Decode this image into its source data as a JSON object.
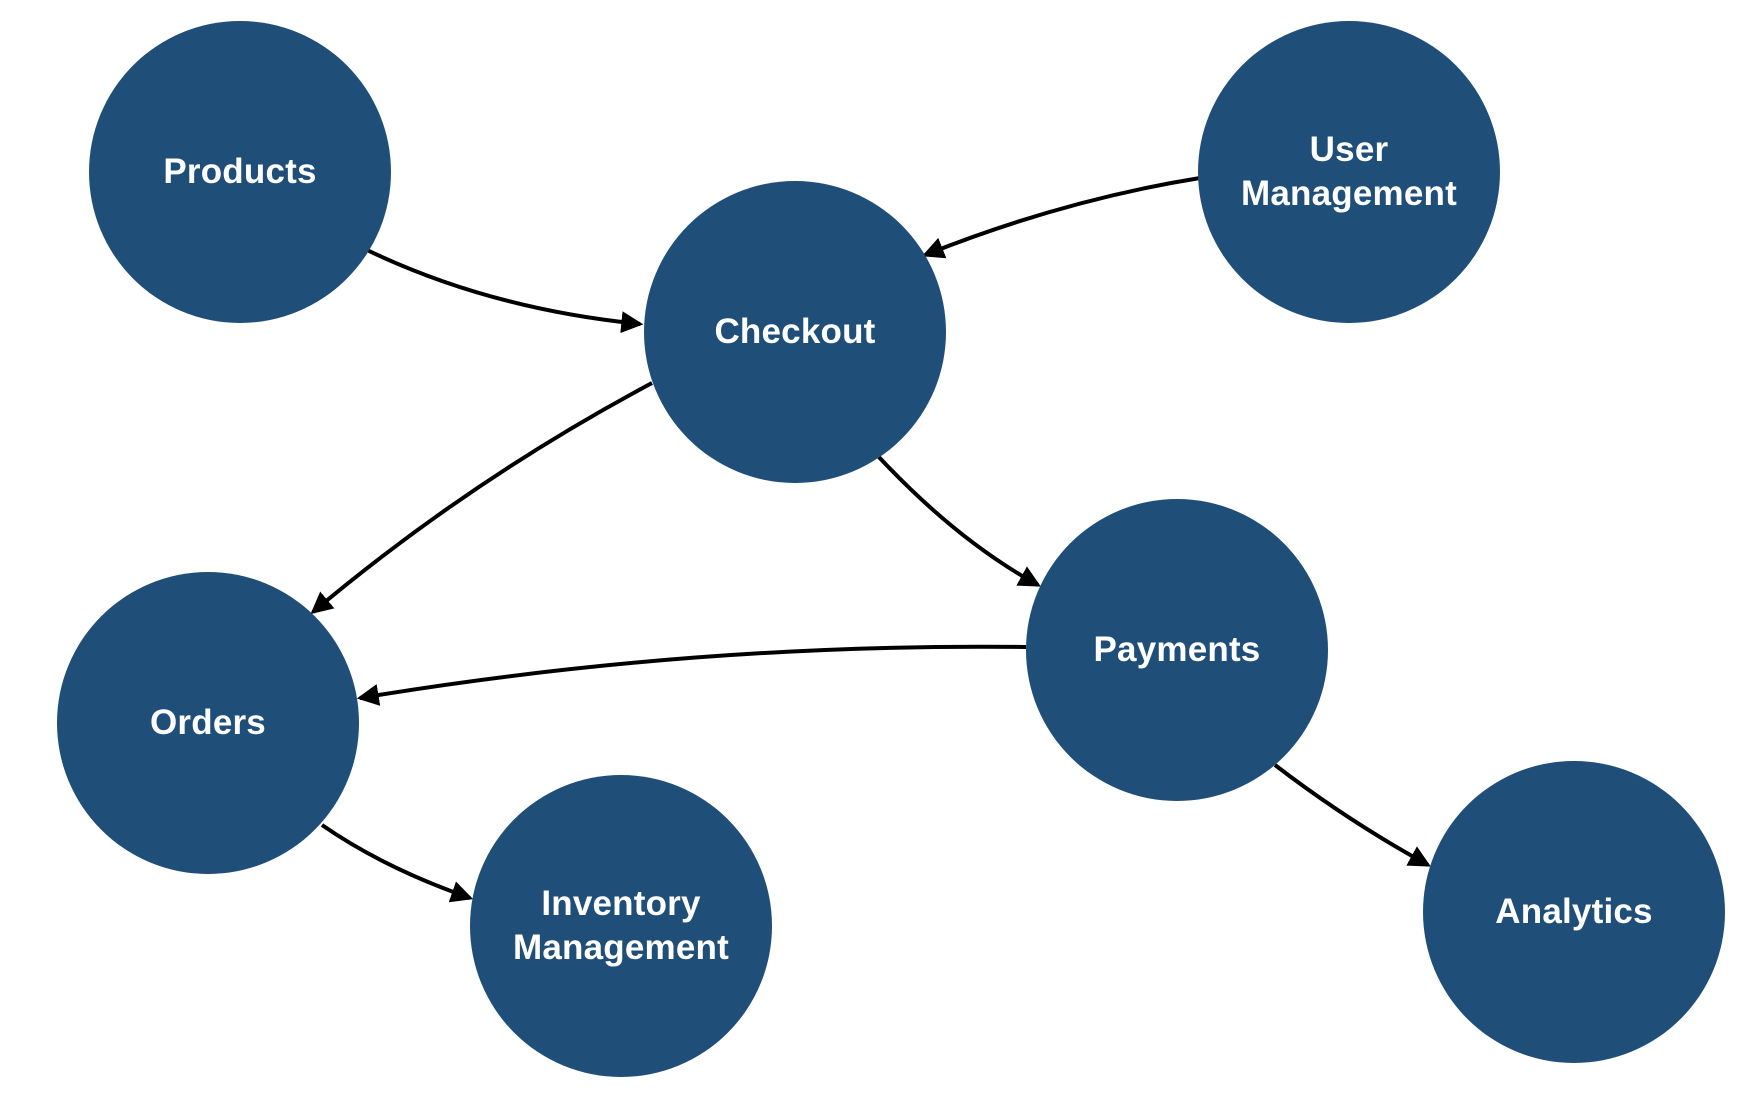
{
  "diagram": {
    "type": "service-dependency-graph",
    "background": "#ffffff",
    "colors": {
      "node_fill": "#1f4e79",
      "edge": "#000000",
      "label": "#ffffff"
    },
    "nodes": {
      "products": {
        "label": "Products"
      },
      "user_mgmt": {
        "label": "User\nManagement"
      },
      "checkout": {
        "label": "Checkout"
      },
      "orders": {
        "label": "Orders"
      },
      "payments": {
        "label": "Payments"
      },
      "inventory": {
        "label": "Inventory\nManagement"
      },
      "analytics": {
        "label": "Analytics"
      }
    },
    "edges": [
      {
        "from": "Products",
        "to": "Checkout"
      },
      {
        "from": "User Management",
        "to": "Checkout"
      },
      {
        "from": "Checkout",
        "to": "Orders"
      },
      {
        "from": "Checkout",
        "to": "Payments"
      },
      {
        "from": "Payments",
        "to": "Orders"
      },
      {
        "from": "Orders",
        "to": "Inventory Management"
      },
      {
        "from": "Payments",
        "to": "Analytics"
      }
    ]
  }
}
